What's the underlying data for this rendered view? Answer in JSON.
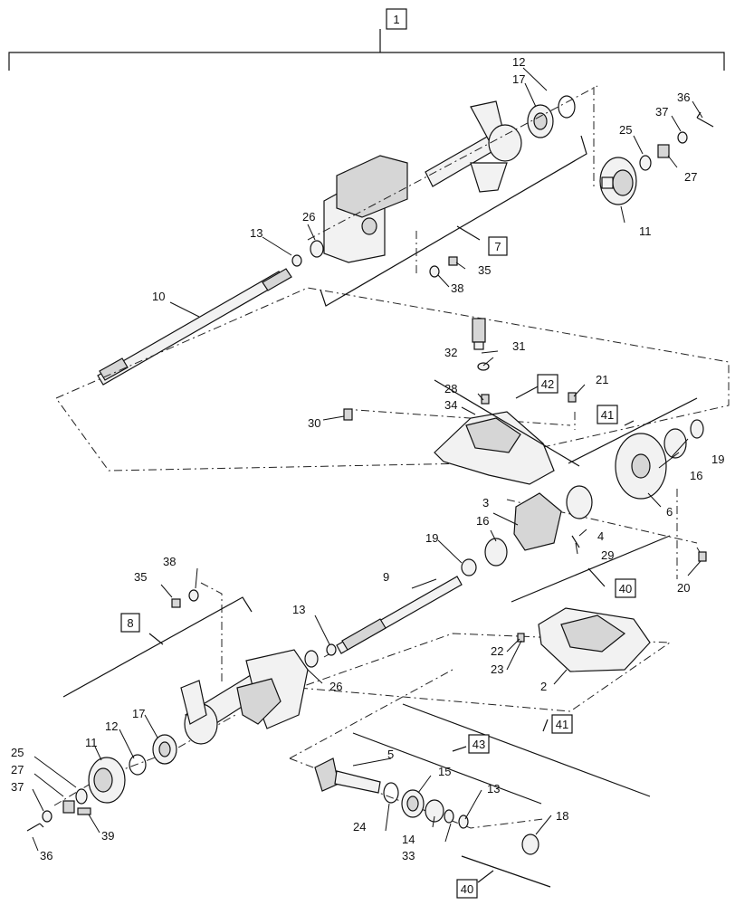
{
  "diagram": {
    "assembly_labels": {
      "a1": "1",
      "a7": "7",
      "a8": "8",
      "a40_mid": "40",
      "a40_bot": "40",
      "a41_top": "41",
      "a41_bot": "41",
      "a42": "42",
      "a43": "43"
    },
    "callouts": {
      "c12a": "12",
      "c17a": "17",
      "c36a": "36",
      "c37a": "37",
      "c25a": "25",
      "c27a": "27",
      "c11a": "11",
      "c26a": "26",
      "c13a": "13",
      "c35a": "35",
      "c38a": "38",
      "c10": "10",
      "c31": "31",
      "c32": "32",
      "c28": "28",
      "c34": "34",
      "c21": "21",
      "c30": "30",
      "c19a": "19",
      "c16a": "16",
      "c6": "6",
      "c3": "3",
      "c16b": "16",
      "c4": "4",
      "c29": "29",
      "c19b": "19",
      "c9": "9",
      "c20": "20",
      "c38b": "38",
      "c35b": "35",
      "c13b": "13",
      "c22": "22",
      "c23": "23",
      "c2": "2",
      "c26b": "26",
      "c11b": "11",
      "c17b": "17",
      "c12b": "12",
      "c25b": "25",
      "c27b": "27",
      "c37b": "37",
      "c39": "39",
      "c36b": "36",
      "c5": "5",
      "c15": "15",
      "c13c": "13",
      "c24": "24",
      "c14": "14",
      "c33": "33",
      "c18": "18"
    }
  }
}
